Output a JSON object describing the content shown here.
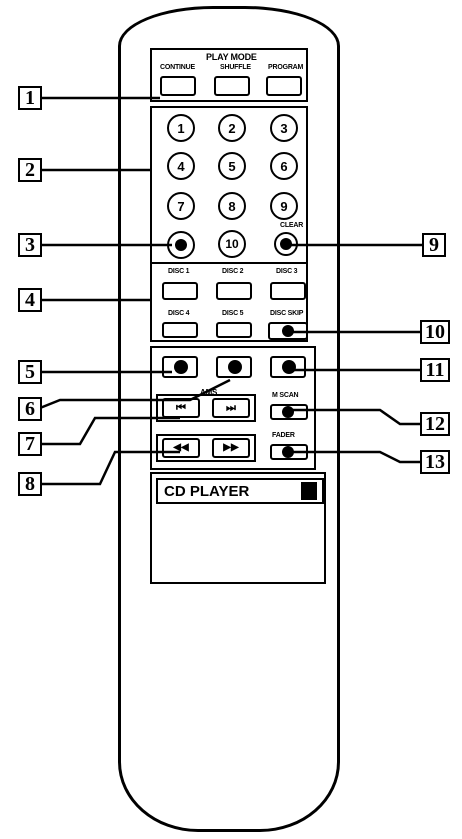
{
  "play_mode": {
    "title": "PLAY MODE",
    "buttons": [
      "CONTINUE",
      "SHUFFLE",
      "PROGRAM"
    ]
  },
  "number_keys": [
    "1",
    "2",
    "3",
    "4",
    "5",
    "6",
    "7",
    "8",
    "9",
    "10"
  ],
  "clear_label": "CLEAR",
  "discs": [
    "DISC 1",
    "DISC 2",
    "DISC 3",
    "DISC 4",
    "DISC 5"
  ],
  "disc_skip_label": "DISC SKIP",
  "ams_label": "AMS",
  "ams_prev_glyph": "⏮",
  "ams_next_glyph": "⏭",
  "rewind_glyph": "◀◀",
  "ffwd_glyph": "▶▶",
  "mscan_label": "M SCAN",
  "fader_label": "FADER",
  "display_label": "CD PLAYER",
  "callouts": [
    "1",
    "2",
    "3",
    "4",
    "5",
    "6",
    "7",
    "8",
    "9",
    "10",
    "11",
    "12",
    "13"
  ],
  "icons": {
    "ten_plus_button": "circle-with-dot",
    "play": "dot",
    "pause": "dot",
    "stop": "dot"
  }
}
